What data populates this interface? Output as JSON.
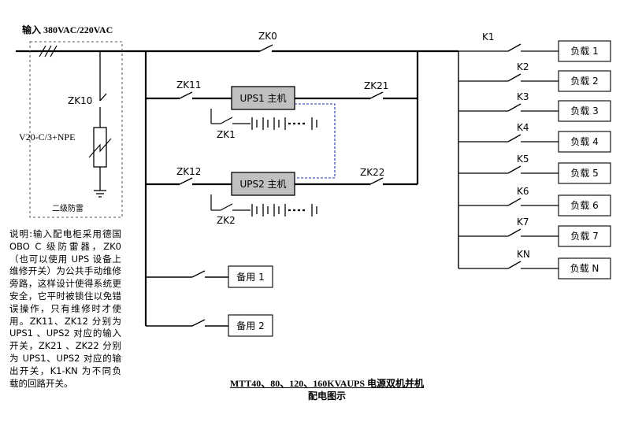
{
  "input_label": "输入 380VAC/220VAC",
  "switches": {
    "zk0": "ZK0",
    "zk10": "ZK10",
    "zk11": "ZK11",
    "zk12": "ZK12",
    "zk21": "ZK21",
    "zk22": "ZK22",
    "zk1": "ZK1",
    "zk2": "ZK2"
  },
  "spd": {
    "model": "V20-C/3+NPE",
    "box_label": "二级防雷"
  },
  "ups": [
    {
      "label": "UPS1 主机"
    },
    {
      "label": "UPS2 主机"
    }
  ],
  "standby": [
    {
      "label": "备用 1"
    },
    {
      "label": "备用 2"
    }
  ],
  "loads": [
    {
      "switch": "K1",
      "label": "负载 1"
    },
    {
      "switch": "K2",
      "label": "负载 2"
    },
    {
      "switch": "K3",
      "label": "负载 3"
    },
    {
      "switch": "K4",
      "label": "负载 4"
    },
    {
      "switch": "K5",
      "label": "负载 5"
    },
    {
      "switch": "K6",
      "label": "负载 6"
    },
    {
      "switch": "K7",
      "label": "负载 7"
    },
    {
      "switch": "KN",
      "label": "负载 N"
    }
  ],
  "note": "说明:输入配电柜采用德国 OBO C 级防雷器，ZK0（也可以使用 UPS 设备上维修开关）为公共手动维修旁路，这样设计使得系统更安全，它平时被锁住以免错误操作，只有维修时才使用。ZK11、ZK12 分别为 UPS1 、UPS2 对应的输入开关，ZK21 、ZK22 分别为 UPS1、UPS2 对应的输出开关，K1-KN 为不同负载的回路开关。",
  "caption": {
    "line1": "MTT40、80、120、160KVAUPS 电源双机并机",
    "line2": "配电图示"
  },
  "colors": {
    "line": "#000000",
    "ups_fill": "#c0c0c0",
    "link_dashed": "#1f2fb0",
    "spd_border": "#555555"
  }
}
